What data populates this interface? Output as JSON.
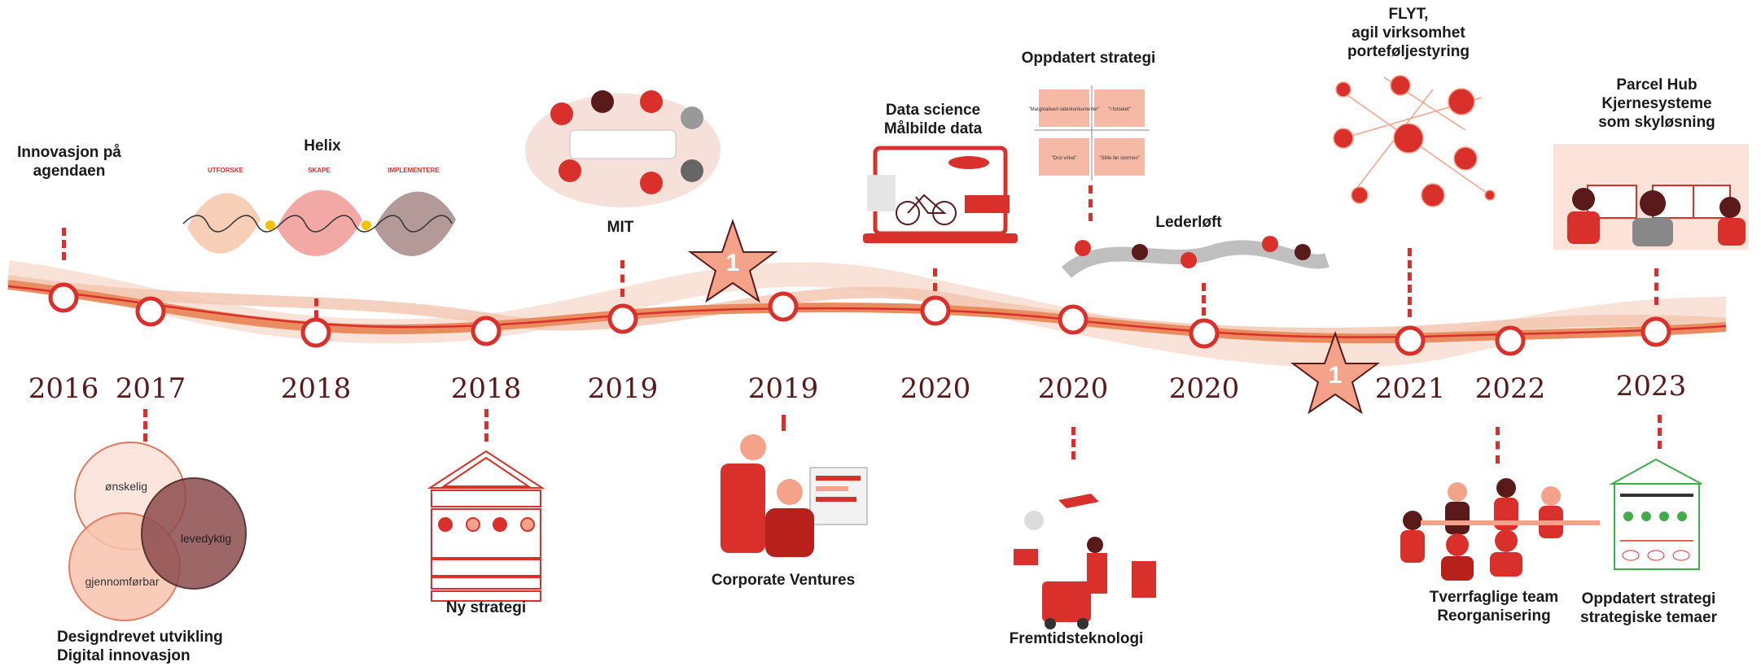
{
  "colors": {
    "accent": "#d9302b",
    "ribbon": "#e98c5f",
    "ribbon_light": "#f6d2c2",
    "year": "#5a1a1a"
  },
  "years": [
    "2016",
    "2017",
    "2018",
    "2018",
    "2019",
    "2019",
    "2020",
    "2020",
    "2020",
    "2021",
    "2022",
    "2023"
  ],
  "labels": {
    "innovasjon": [
      "Innovasjon på",
      "agendaen"
    ],
    "helix": "Helix",
    "helix_steps": [
      "UTFORSKE",
      "SKAPE",
      "IMPLEMENTERE"
    ],
    "mit": "MIT",
    "datascience": [
      "Data science",
      "Målbilde data"
    ],
    "oppdatert": "Oppdatert strategi",
    "lederloft": "Lederløft",
    "flyt": [
      "FLYT,",
      "agil virksomhet",
      "porteføljestyring"
    ],
    "parcel": [
      "Parcel Hub",
      "Kjernesysteme",
      "som skyløsning"
    ],
    "designdrevet": [
      "Designdrevet utvikling",
      "Digital innovasjon"
    ],
    "nystrategi": "Ny strategi",
    "corporate": "Corporate Ventures",
    "fremtid": "Fremtidsteknologi",
    "tverrfaglige": [
      "Tverrfaglige team",
      "Reorganisering"
    ],
    "oppdatert2": [
      "Oppdatert strategi",
      "strategiske temaer"
    ]
  },
  "venn": [
    "ønskelig",
    "levedyktig",
    "gjennomførbar"
  ],
  "matrix": [
    "\"Marginalisert\nsiderkonkurrenter\"",
    "\"I forsetet\"",
    "\"Drst virkel\"",
    "\"Stille før stormen\""
  ],
  "stars": [
    "1",
    "1"
  ],
  "icons": [
    "star-icon",
    "venn-diagram",
    "house-icon",
    "bicycle-icon",
    "matrix-chart"
  ]
}
